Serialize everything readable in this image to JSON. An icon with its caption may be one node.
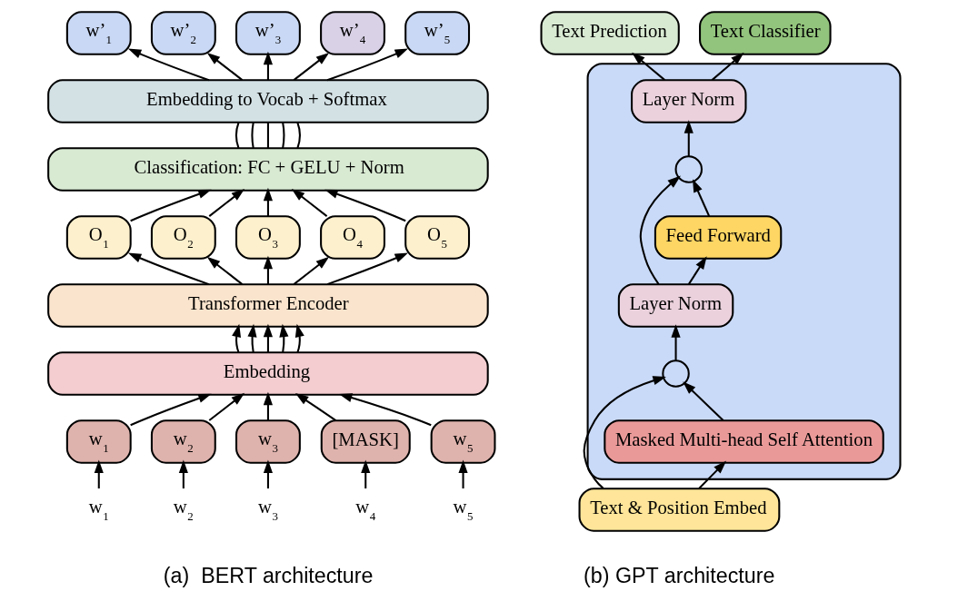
{
  "diagram": {
    "nodes": [
      {
        "text": [
          "w’$_{1}$"
        ]
      },
      {
        "text": [
          "w’$_{2}$"
        ]
      },
      {
        "text": [
          "w’$_{3}$"
        ]
      },
      {
        "text": [
          "w’$_{4}$"
        ]
      },
      {
        "text": [
          "w’$_{5}$"
        ]
      },
      {
        "text": [
          "Embedding to Vocab + Softmax"
        ]
      },
      {
        "text": [
          "Classification: FC + GELU + Norm"
        ]
      },
      {
        "text": [
          "O$_{1}$"
        ]
      },
      {
        "text": [
          "O$_{2}$"
        ]
      },
      {
        "text": [
          "O$_{3}$"
        ]
      },
      {
        "text": [
          "O$_{4}$"
        ]
      },
      {
        "text": [
          "O$_{5}$"
        ]
      },
      {
        "text": [
          "Transformer Encoder"
        ]
      },
      {
        "text": [
          "Embedding"
        ]
      },
      {
        "text": [
          "w$_{1}$"
        ]
      },
      {
        "text": [
          "w$_{2}$"
        ]
      },
      {
        "text": [
          "w$_{3}$"
        ]
      },
      {
        "text": [
          "[MASK]"
        ]
      },
      {
        "text": [
          "w$_{5}$"
        ]
      },
      {
        "text": [
          "w$_{1}$"
        ]
      },
      {
        "text": [
          "w$_{2}$"
        ]
      },
      {
        "text": [
          "w$_{3}$"
        ]
      },
      {
        "text": [
          "w$_{4}$"
        ]
      },
      {
        "text": [
          "w$_{5}$"
        ]
      },
      {
        "text": [
          "Text Prediction"
        ]
      },
      {
        "text": [
          "Text Classifier"
        ]
      },
      {
        "text": [],
        "shape": "box"
      },
      {
        "text": [
          "Layer Norm"
        ],
        "in": 26
      },
      {
        "text": [],
        "shape": "circle",
        "in": 26
      },
      {
        "text": [
          "Feed Forward"
        ],
        "in": 26
      },
      {
        "text": [
          "Layer Norm"
        ],
        "in": 26
      },
      {
        "text": [],
        "shape": "circle",
        "in": 26
      },
      {
        "text": [
          "Masked Multi-head Self Attention"
        ],
        "in": 26
      },
      {
        "text": [
          "Text & Position Embed"
        ]
      }
    ],
    "edges": [
      {
        "from": 19,
        "to": 14,
        "arrow": "to"
      },
      {
        "from": 20,
        "to": 15,
        "arrow": "to"
      },
      {
        "from": 21,
        "to": 16,
        "arrow": "to"
      },
      {
        "from": 22,
        "to": 17,
        "arrow": "to"
      },
      {
        "from": 23,
        "to": 18,
        "arrow": "to"
      },
      {
        "from": 14,
        "to": 13,
        "arrow": "to"
      },
      {
        "from": 15,
        "to": 13,
        "arrow": "to"
      },
      {
        "from": 16,
        "to": 13,
        "arrow": "to"
      },
      {
        "from": 17,
        "to": 13,
        "arrow": "to"
      },
      {
        "from": 18,
        "to": 13,
        "arrow": "to"
      },
      {
        "from": 13,
        "to": 12,
        "arrow": "to"
      },
      {
        "from": 13,
        "to": 12,
        "arrow": "to"
      },
      {
        "from": 13,
        "to": 12,
        "arrow": "to"
      },
      {
        "from": 13,
        "to": 12,
        "arrow": "to"
      },
      {
        "from": 13,
        "to": 12,
        "arrow": "to"
      },
      {
        "from": 12,
        "to": 7,
        "arrow": "to"
      },
      {
        "from": 12,
        "to": 8,
        "arrow": "to"
      },
      {
        "from": 12,
        "to": 9,
        "arrow": "to"
      },
      {
        "from": 12,
        "to": 10,
        "arrow": "to"
      },
      {
        "from": 12,
        "to": 11,
        "arrow": "to"
      },
      {
        "from": 7,
        "to": 6,
        "arrow": "to"
      },
      {
        "from": 8,
        "to": 6,
        "arrow": "to"
      },
      {
        "from": 9,
        "to": 6,
        "arrow": "to"
      },
      {
        "from": 10,
        "to": 6,
        "arrow": "to"
      },
      {
        "from": 11,
        "to": 6,
        "arrow": "to"
      },
      {
        "from": 6,
        "to": 5,
        "arrow": "none"
      },
      {
        "from": 6,
        "to": 5,
        "arrow": "none"
      },
      {
        "from": 6,
        "to": 5,
        "arrow": "none"
      },
      {
        "from": 6,
        "to": 5,
        "arrow": "none"
      },
      {
        "from": 6,
        "to": 5,
        "arrow": "none"
      },
      {
        "from": 5,
        "to": 0,
        "arrow": "to"
      },
      {
        "from": 5,
        "to": 1,
        "arrow": "to"
      },
      {
        "from": 5,
        "to": 2,
        "arrow": "to"
      },
      {
        "from": 5,
        "to": 3,
        "arrow": "to"
      },
      {
        "from": 5,
        "to": 4,
        "arrow": "to"
      },
      {
        "from": 33,
        "to": 32,
        "arrow": "to"
      },
      {
        "from": 33,
        "to": 31,
        "arrow": "to"
      },
      {
        "from": 32,
        "to": 31,
        "arrow": "to"
      },
      {
        "from": 31,
        "to": 30,
        "arrow": "to"
      },
      {
        "from": 30,
        "to": 29,
        "arrow": "to"
      },
      {
        "from": 30,
        "to": 28,
        "arrow": "to"
      },
      {
        "from": 29,
        "to": 28,
        "arrow": "to"
      },
      {
        "from": 28,
        "to": 27,
        "arrow": "to"
      },
      {
        "from": 27,
        "to": 24,
        "arrow": "to"
      },
      {
        "from": 27,
        "to": 25,
        "arrow": "to"
      }
    ],
    "labels": [
      "(a)  BERT architecture",
      "(b) GPT architecture"
    ]
  }
}
